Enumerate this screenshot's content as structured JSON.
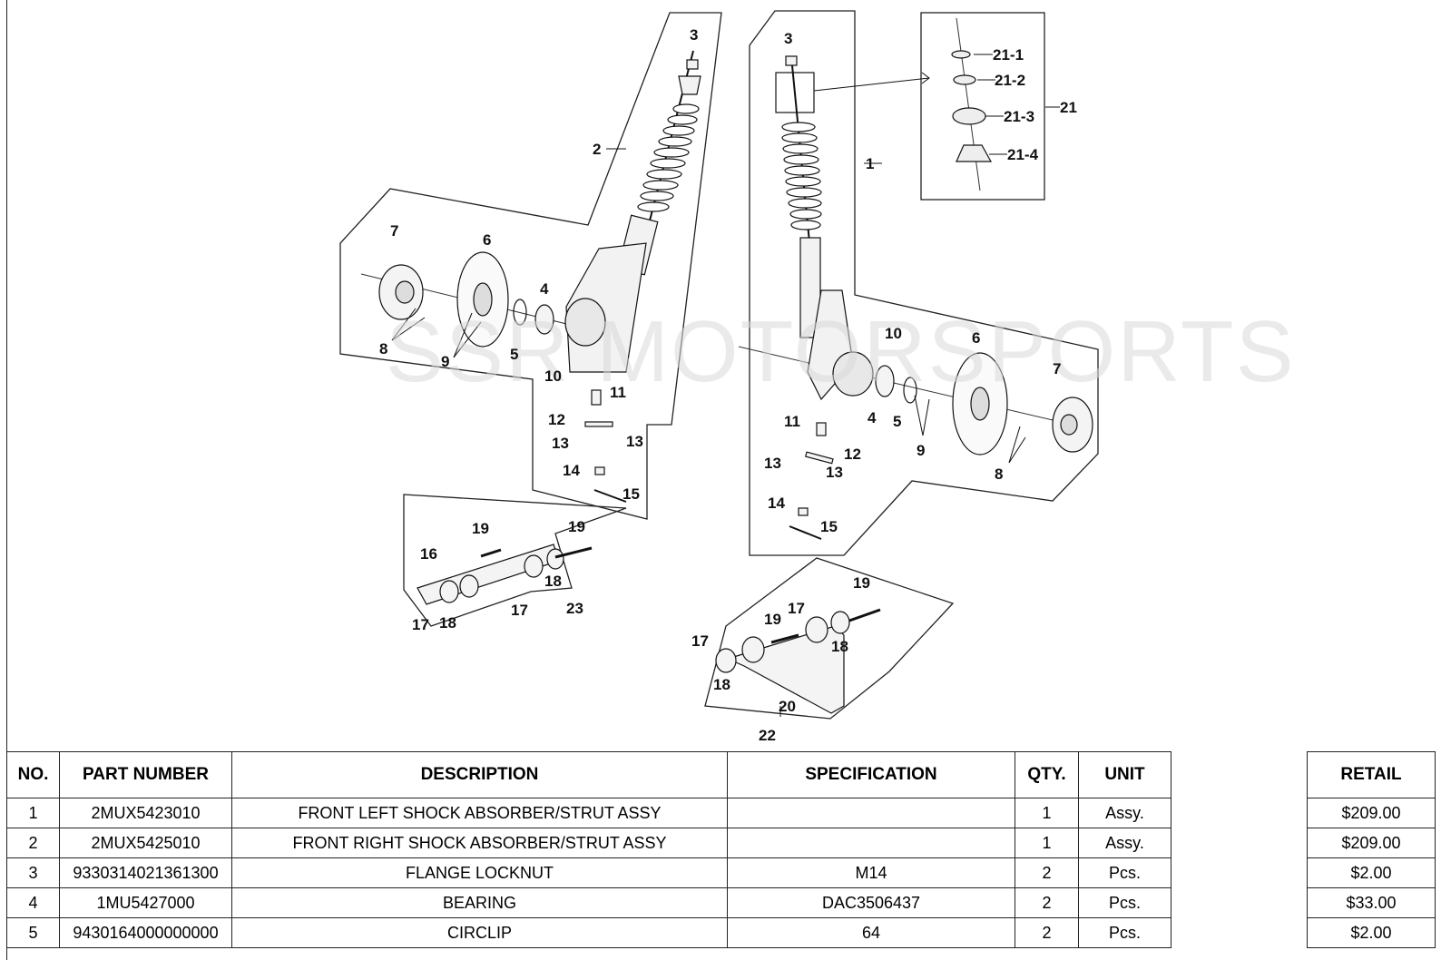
{
  "watermark": "SSR MOTORSPORTS",
  "callouts": {
    "c1": "1",
    "c2": "2",
    "c3a": "3",
    "c3b": "3",
    "c4a": "4",
    "c4b": "4",
    "c5a": "5",
    "c5b": "5",
    "c6a": "6",
    "c6b": "6",
    "c7a": "7",
    "c7b": "7",
    "c8a": "8",
    "c8b": "8",
    "c9a": "9",
    "c9b": "9",
    "c10a": "10",
    "c10b": "10",
    "c11a": "11",
    "c11b": "11",
    "c12a": "12",
    "c12b": "12",
    "c13a": "13",
    "c13b": "13",
    "c13c": "13",
    "c13d": "13",
    "c14a": "14",
    "c14b": "14",
    "c15a": "15",
    "c15b": "15",
    "c16": "16",
    "c17a": "17",
    "c17b": "17",
    "c17c": "17",
    "c17d": "17",
    "c18a": "18",
    "c18b": "18",
    "c18c": "18",
    "c18d": "18",
    "c19a": "19",
    "c19b": "19",
    "c19c": "19",
    "c19d": "19",
    "c20": "20",
    "c21": "21",
    "c21_1": "21-1",
    "c21_2": "21-2",
    "c21_3": "21-3",
    "c21_4": "21-4",
    "c22": "22",
    "c23": "23"
  },
  "table": {
    "headers": {
      "no": "NO.",
      "part_number": "PART NUMBER",
      "description": "DESCRIPTION",
      "specification": "SPECIFICATION",
      "qty": "QTY.",
      "unit": "UNIT",
      "blank": "",
      "retail": "RETAIL"
    },
    "rows": [
      {
        "no": "1",
        "part_number": "2MUX5423010",
        "description": "FRONT LEFT SHOCK ABSORBER/STRUT ASSY",
        "specification": "",
        "qty": "1",
        "unit": "Assy.",
        "retail": "$209.00"
      },
      {
        "no": "2",
        "part_number": "2MUX5425010",
        "description": "FRONT RIGHT SHOCK ABSORBER/STRUT ASSY",
        "specification": "",
        "qty": "1",
        "unit": "Assy.",
        "retail": "$209.00"
      },
      {
        "no": "3",
        "part_number": "9330314021361300",
        "description": "FLANGE LOCKNUT",
        "specification": "M14",
        "qty": "2",
        "unit": "Pcs.",
        "retail": "$2.00"
      },
      {
        "no": "4",
        "part_number": "1MU5427000",
        "description": "BEARING",
        "specification": "DAC3506437",
        "qty": "2",
        "unit": "Pcs.",
        "retail": "$33.00"
      },
      {
        "no": "5",
        "part_number": "9430164000000000",
        "description": "CIRCLIP",
        "specification": "64",
        "qty": "2",
        "unit": "Pcs.",
        "retail": "$2.00"
      }
    ]
  }
}
